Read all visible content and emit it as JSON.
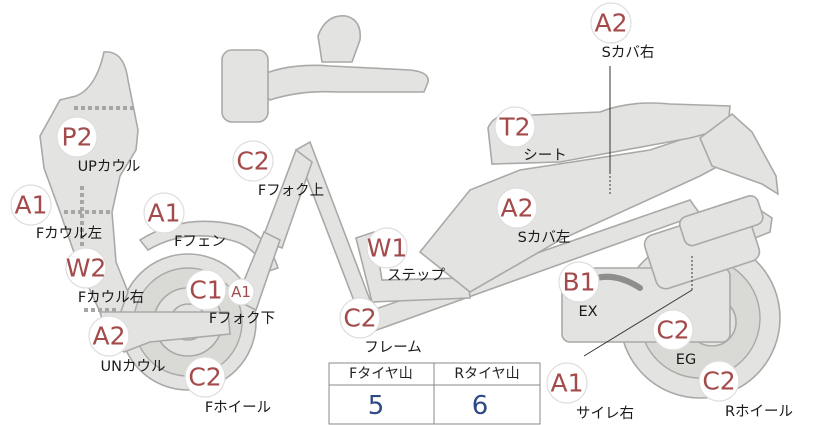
{
  "parts": [
    {
      "id": "s-cover-right",
      "code": "A2",
      "label": "Sカバ右"
    },
    {
      "id": "up-cowl",
      "code": "P2",
      "label": "UPカウル"
    },
    {
      "id": "seat",
      "code": "T2",
      "label": "シート"
    },
    {
      "id": "f-fork-upper",
      "code": "C2",
      "label": "Fフォク上"
    },
    {
      "id": "f-cowl-left",
      "code": "A1",
      "label": "Fカウル左"
    },
    {
      "id": "f-fender",
      "code": "A1",
      "label": "Fフェン"
    },
    {
      "id": "s-cover-left",
      "code": "A2",
      "label": "Sカバ左"
    },
    {
      "id": "step",
      "code": "W1",
      "label": "ステップ"
    },
    {
      "id": "f-cowl-right",
      "code": "W2",
      "label": "Fカウル右"
    },
    {
      "id": "f-fork-lower",
      "code": "C1",
      "code_extra": "A1",
      "label": "Fフォク下"
    },
    {
      "id": "ex",
      "code": "B1",
      "label": "EX"
    },
    {
      "id": "un-cowl",
      "code": "A2",
      "label": "UNカウル"
    },
    {
      "id": "frame",
      "code": "C2",
      "label": "フレーム"
    },
    {
      "id": "eg",
      "code": "C2",
      "label": "EG"
    },
    {
      "id": "f-wheel",
      "code": "C2",
      "label": "Fホイール"
    },
    {
      "id": "muffler-right",
      "code": "A1",
      "label": "サイレ右"
    },
    {
      "id": "r-wheel",
      "code": "C2",
      "label": "Rホイール"
    }
  ],
  "tire_table": {
    "headers": [
      "Fタイヤ山",
      "Rタイヤ山"
    ],
    "values": [
      "5",
      "6"
    ]
  }
}
